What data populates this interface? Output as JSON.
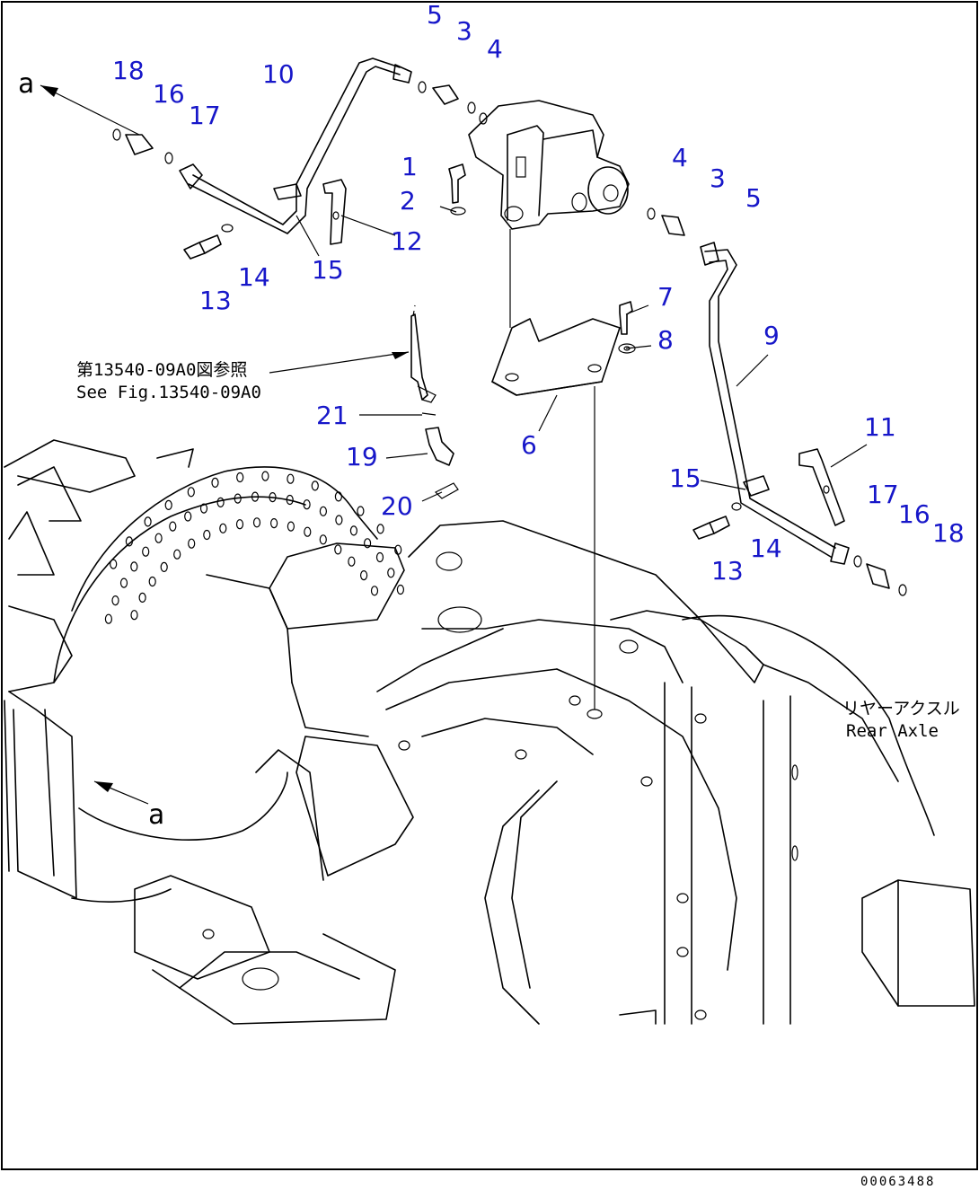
{
  "callouts": [
    "1",
    "2",
    "3",
    "4",
    "5",
    "6",
    "7",
    "8",
    "9",
    "10",
    "11",
    "12",
    "13",
    "14",
    "15",
    "16",
    "17",
    "18",
    "19",
    "20",
    "21"
  ],
  "reference_note": {
    "line_jp": "第13540-09A0図参照",
    "line_en": "See Fig.13540-09A0"
  },
  "rear_axle_note": {
    "line_jp": "リヤーアクスル",
    "line_en": "Rear Axle"
  },
  "view_marker": "a",
  "drawing_number": "00063488",
  "colors": {
    "callout": "#1717c9",
    "line": "#000000",
    "border": "#000000"
  }
}
